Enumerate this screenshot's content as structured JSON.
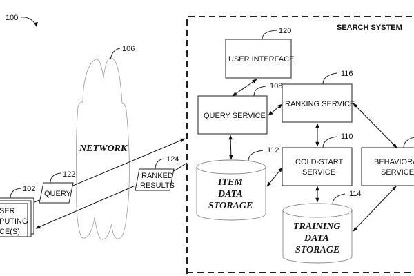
{
  "figure_ref": "100",
  "network": {
    "ref": "106",
    "label": "NETWORK"
  },
  "user_devices": {
    "ref": "102",
    "lines": [
      "USER",
      "COMPUTING",
      "DEVICE(S)"
    ],
    "visible_lines": [
      "SER",
      "PUTING",
      "CE(S)"
    ]
  },
  "query_msg": {
    "ref": "122",
    "label": "QUERY"
  },
  "ranked_msg": {
    "ref": "124",
    "lines": [
      "RANKED",
      "RESULTS"
    ]
  },
  "search_system": {
    "title": "SEARCH SYSTEM",
    "user_interface": {
      "ref": "120",
      "label": "USER INTERFACE"
    },
    "query_service": {
      "ref": "108",
      "label": "QUERY SERVICE"
    },
    "ranking_service": {
      "ref": "116",
      "label": "RANKING SERVICE"
    },
    "cold_start_service": {
      "ref": "110",
      "lines": [
        "COLD-START",
        "SERVICE"
      ]
    },
    "behavioral_service": {
      "lines": [
        "BEHAVIORAL",
        "SERVICE"
      ]
    },
    "item_data_storage": {
      "ref": "112",
      "lines": [
        "ITEM",
        "DATA",
        "STORAGE"
      ]
    },
    "training_data_storage": {
      "ref": "114",
      "lines": [
        "TRAINING",
        "DATA",
        "STORAGE"
      ]
    }
  }
}
